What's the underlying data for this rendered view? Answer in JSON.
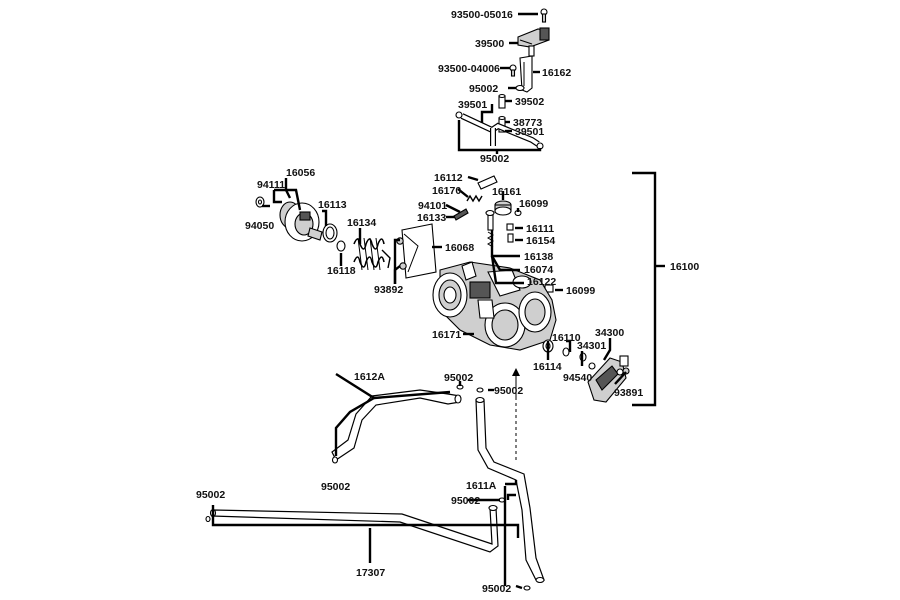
{
  "labels": {
    "p93500_05016": "93500-05016",
    "p39500": "39500",
    "p93500_04006": "93500-04006",
    "p16162": "16162",
    "p95002_a": "95002",
    "p39502": "39502",
    "p39501_a": "39501",
    "p38773": "38773",
    "p39501_b": "39501",
    "p95002_b": "95002",
    "p16056": "16056",
    "p94111": "94111",
    "p16113": "16113",
    "p94050": "94050",
    "p16134": "16134",
    "p16118": "16118",
    "p16068": "16068",
    "p93892": "93892",
    "p16112": "16112",
    "p16170": "16170",
    "p16161": "16161",
    "p94101": "94101",
    "p16099_a": "16099",
    "p16133": "16133",
    "p16111": "16111",
    "p16154": "16154",
    "p16138": "16138",
    "p16074": "16074",
    "p16122": "16122",
    "p16099_b": "16099",
    "p16100": "16100",
    "p16171": "16171",
    "p34300": "34300",
    "p16110": "16110",
    "p34301": "34301",
    "p16114": "16114",
    "p94540": "94540",
    "p93891": "93891",
    "p1612A": "1612A",
    "p95002_c": "95002",
    "p95002_d": "95002",
    "p95002_e": "95002",
    "p1611A": "1611A",
    "p95002_f": "95002",
    "p95002_g": "95002",
    "p17307": "17307",
    "p95002_h": "95002"
  }
}
